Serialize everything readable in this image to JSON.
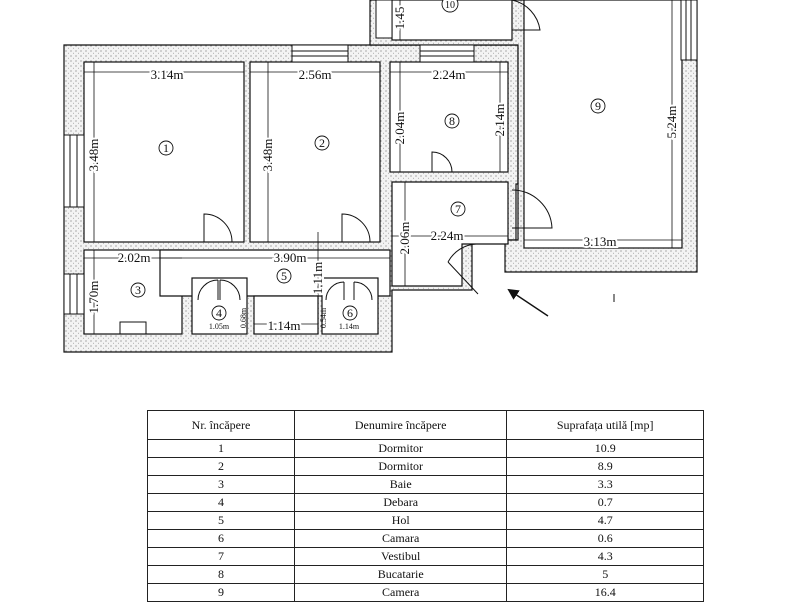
{
  "dimensions": {
    "r1_width": "3.14m",
    "r1_height": "3.48m",
    "r2_width": "2.56m",
    "r2_height": "3.48m",
    "r8_width": "2.24m",
    "r8_left": "2.04m",
    "r8_right": "2.14m",
    "r9_width": "3.13m",
    "r9_height": "5.24m",
    "r10_height": "1.45",
    "r3_width": "2.02m",
    "r3_height": "1.70m",
    "hall_width": "3.90m",
    "hall_height": "1.11m",
    "vest_width": "2.24m",
    "vest_height": "2.06m",
    "r4_width": "1.05m",
    "r4_height": "0.68m",
    "closet_width": "1.14m",
    "r6_width": "1.14m",
    "r6_height": "0.54m"
  },
  "room_labels": {
    "r1": "1",
    "r2": "2",
    "r3": "3",
    "r4": "4",
    "r5": "5",
    "r6": "6",
    "r7": "7",
    "r8": "8",
    "r9": "9",
    "r10": "10"
  },
  "table": {
    "headers": [
      "Nr. încăpere",
      "Denumire încăpere",
      "Suprafața utilă [mp]"
    ],
    "rows": [
      [
        "1",
        "Dormitor",
        "10.9"
      ],
      [
        "2",
        "Dormitor",
        "8.9"
      ],
      [
        "3",
        "Baie",
        "3.3"
      ],
      [
        "4",
        "Debara",
        "0.7"
      ],
      [
        "5",
        "Hol",
        "4.7"
      ],
      [
        "6",
        "Camara",
        "0.6"
      ],
      [
        "7",
        "Vestibul",
        "4.3"
      ],
      [
        "8",
        "Bucatarie",
        "5"
      ],
      [
        "9",
        "Camera",
        "16.4"
      ]
    ]
  }
}
